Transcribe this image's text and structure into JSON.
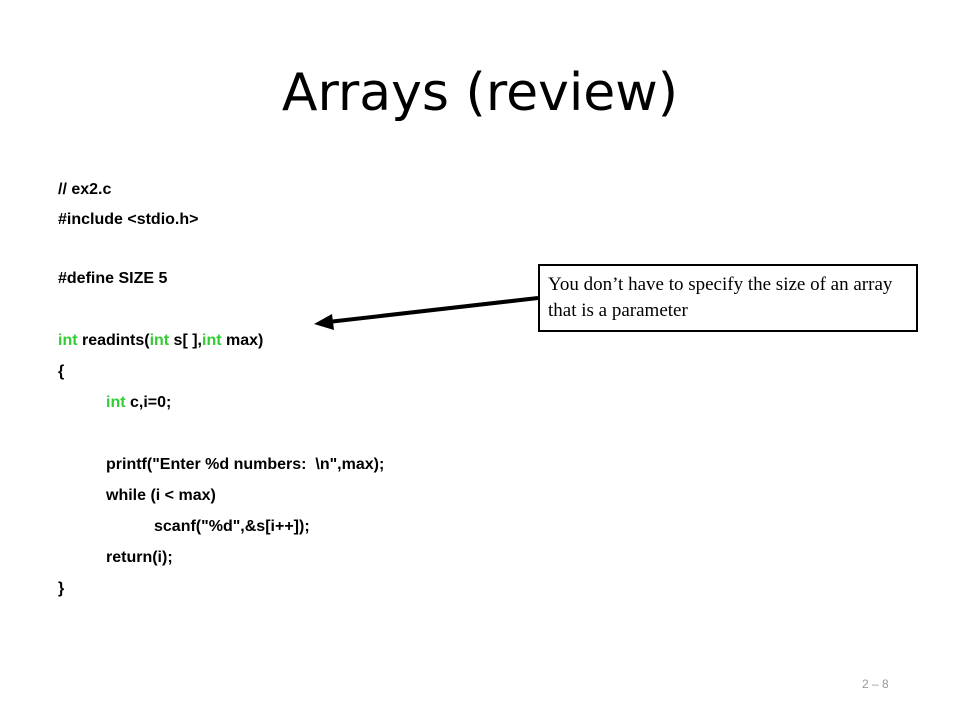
{
  "slide": {
    "title": "Arrays (review)",
    "page_number": "2 – 8",
    "callout_text": "You don’t have to specify the size of an array that is a parameter"
  },
  "code": {
    "comment": "// ex2.c",
    "include": "#include <stdio.h>",
    "define": "#define SIZE 5",
    "sig_int1": "int",
    "sig_mid": " readints(",
    "sig_int2": "int",
    "sig_s": " s[ ],",
    "sig_int3": "int",
    "sig_end": " max)",
    "open_brace": "{",
    "decl_int": "int",
    "decl_rest": " c,i=0;",
    "printf": "printf(\"Enter %d numbers:  \\n\",max);",
    "while": "while (i < max)",
    "scanf": "scanf(\"%d\",&s[i++]);",
    "return": "return(i);",
    "close_brace": "}"
  },
  "colors": {
    "keyword": "#33cc33",
    "text": "#000000",
    "page_number": "#999999"
  }
}
